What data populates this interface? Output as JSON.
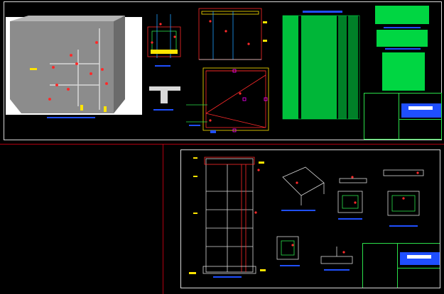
{
  "viewer": {
    "background": "#000000",
    "divider_color": "#b00010",
    "frame_color": "#d8d8d8",
    "accent_colors": {
      "green": "#2be04a",
      "red": "#ff2a2a",
      "yellow": "#ffe400",
      "blue": "#1f4fff",
      "magenta": "#ff00ff"
    }
  },
  "top_sheet": {
    "render_caption_icon": "blue-title-bar",
    "tables_icon": "green-quantity-tables",
    "title_block_icon": "green-title-block"
  },
  "bottom_sheet": {
    "elevation_icon": "tank-elevation",
    "details_icon": "section-details",
    "title_block_icon": "green-title-block"
  }
}
